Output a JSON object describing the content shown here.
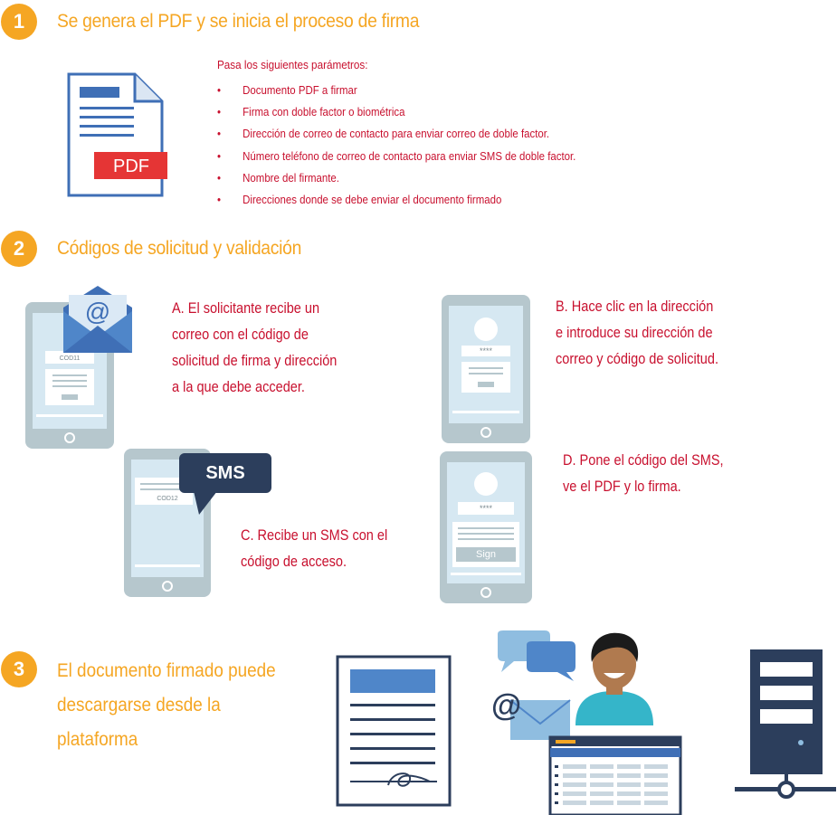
{
  "steps": [
    {
      "number": "1",
      "title": "Se genera el PDF y se inicia el proceso de firma"
    },
    {
      "number": "2",
      "title": "Códigos de solicitud y validación"
    },
    {
      "number": "3",
      "title_lines": [
        "El documento firmado puede",
        "descargarse desde la",
        "plataforma"
      ]
    }
  ],
  "pdf_label": "PDF",
  "params": {
    "intro": "Pasa los siguientes parámetros:",
    "items": [
      "Documento PDF a firmar",
      "Firma con doble factor o biométrica",
      "Dirección de correo de contacto para enviar correo de doble factor.",
      "Número teléfono de correo de contacto para enviar SMS de doble factor.",
      "Nombre del firmante.",
      "Direcciones donde se debe enviar el documento firmado"
    ]
  },
  "phone_labels": {
    "cod1": "COD11",
    "cod2": "COD12",
    "stars_b": "****",
    "stars_d": "****",
    "sign": "Sign",
    "sms_bubble": "SMS",
    "at": "@"
  },
  "substeps": {
    "a": [
      "A. El solicitante recibe un",
      "correo con el código de",
      "solicitud de firma y dirección",
      "a la que debe acceder."
    ],
    "b": [
      "B. Hace clic en la dirección",
      "e introduce su dirección de",
      "correo y código de solicitud."
    ],
    "c": [
      "C. Recibe un SMS con el",
      "código de acceso."
    ],
    "d": [
      "D. Pone el código del SMS,",
      "ve el PDF y lo firma."
    ]
  },
  "colors": {
    "accent_orange": "#f5a623",
    "text_red": "#c8102e",
    "dark_blue": "#2c3e5c",
    "mid_blue": "#3f6fb6",
    "light_blue": "#cfe3f0",
    "phone_gray": "#b6c7cd"
  }
}
